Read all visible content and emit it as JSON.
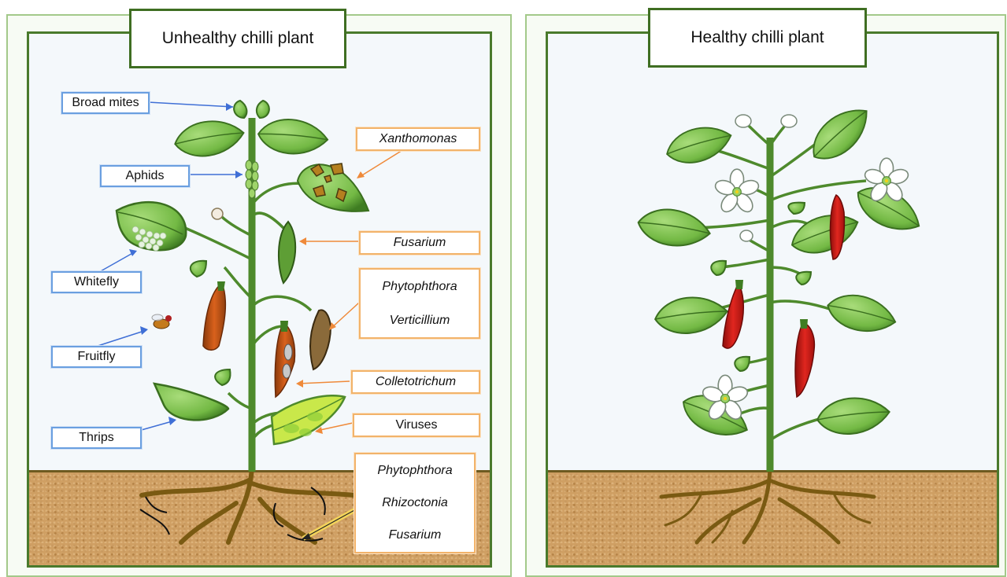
{
  "panels": {
    "unhealthy": {
      "title": "Unhealthy chilli plant"
    },
    "healthy": {
      "title": "Healthy chilli plant"
    }
  },
  "pest_labels": {
    "broad_mites": "Broad mites",
    "aphids": "Aphids",
    "whitefly": "Whitefly",
    "fruitfly": "Fruitfly",
    "thrips": "Thrips"
  },
  "pathogen_labels": {
    "xanthomonas": "Xanthomonas",
    "fusarium": "Fusarium",
    "phytophthora": "Phytophthora",
    "verticillium": "Verticillium",
    "colletotrichum": "Colletotrichum",
    "viruses": "Viruses",
    "root_phytophthora": "Phytophthora",
    "root_rhizoctonia": "Rhizoctonia",
    "root_fusarium": "Fusarium"
  },
  "colors": {
    "panel_border": "#4a7a2c",
    "pest_box": "#6a9fe0",
    "pathogen_box": "#f2b36a",
    "leaf": "#7cc24e",
    "chilli_red": "#d0211c",
    "soil": "#cf9f63"
  }
}
